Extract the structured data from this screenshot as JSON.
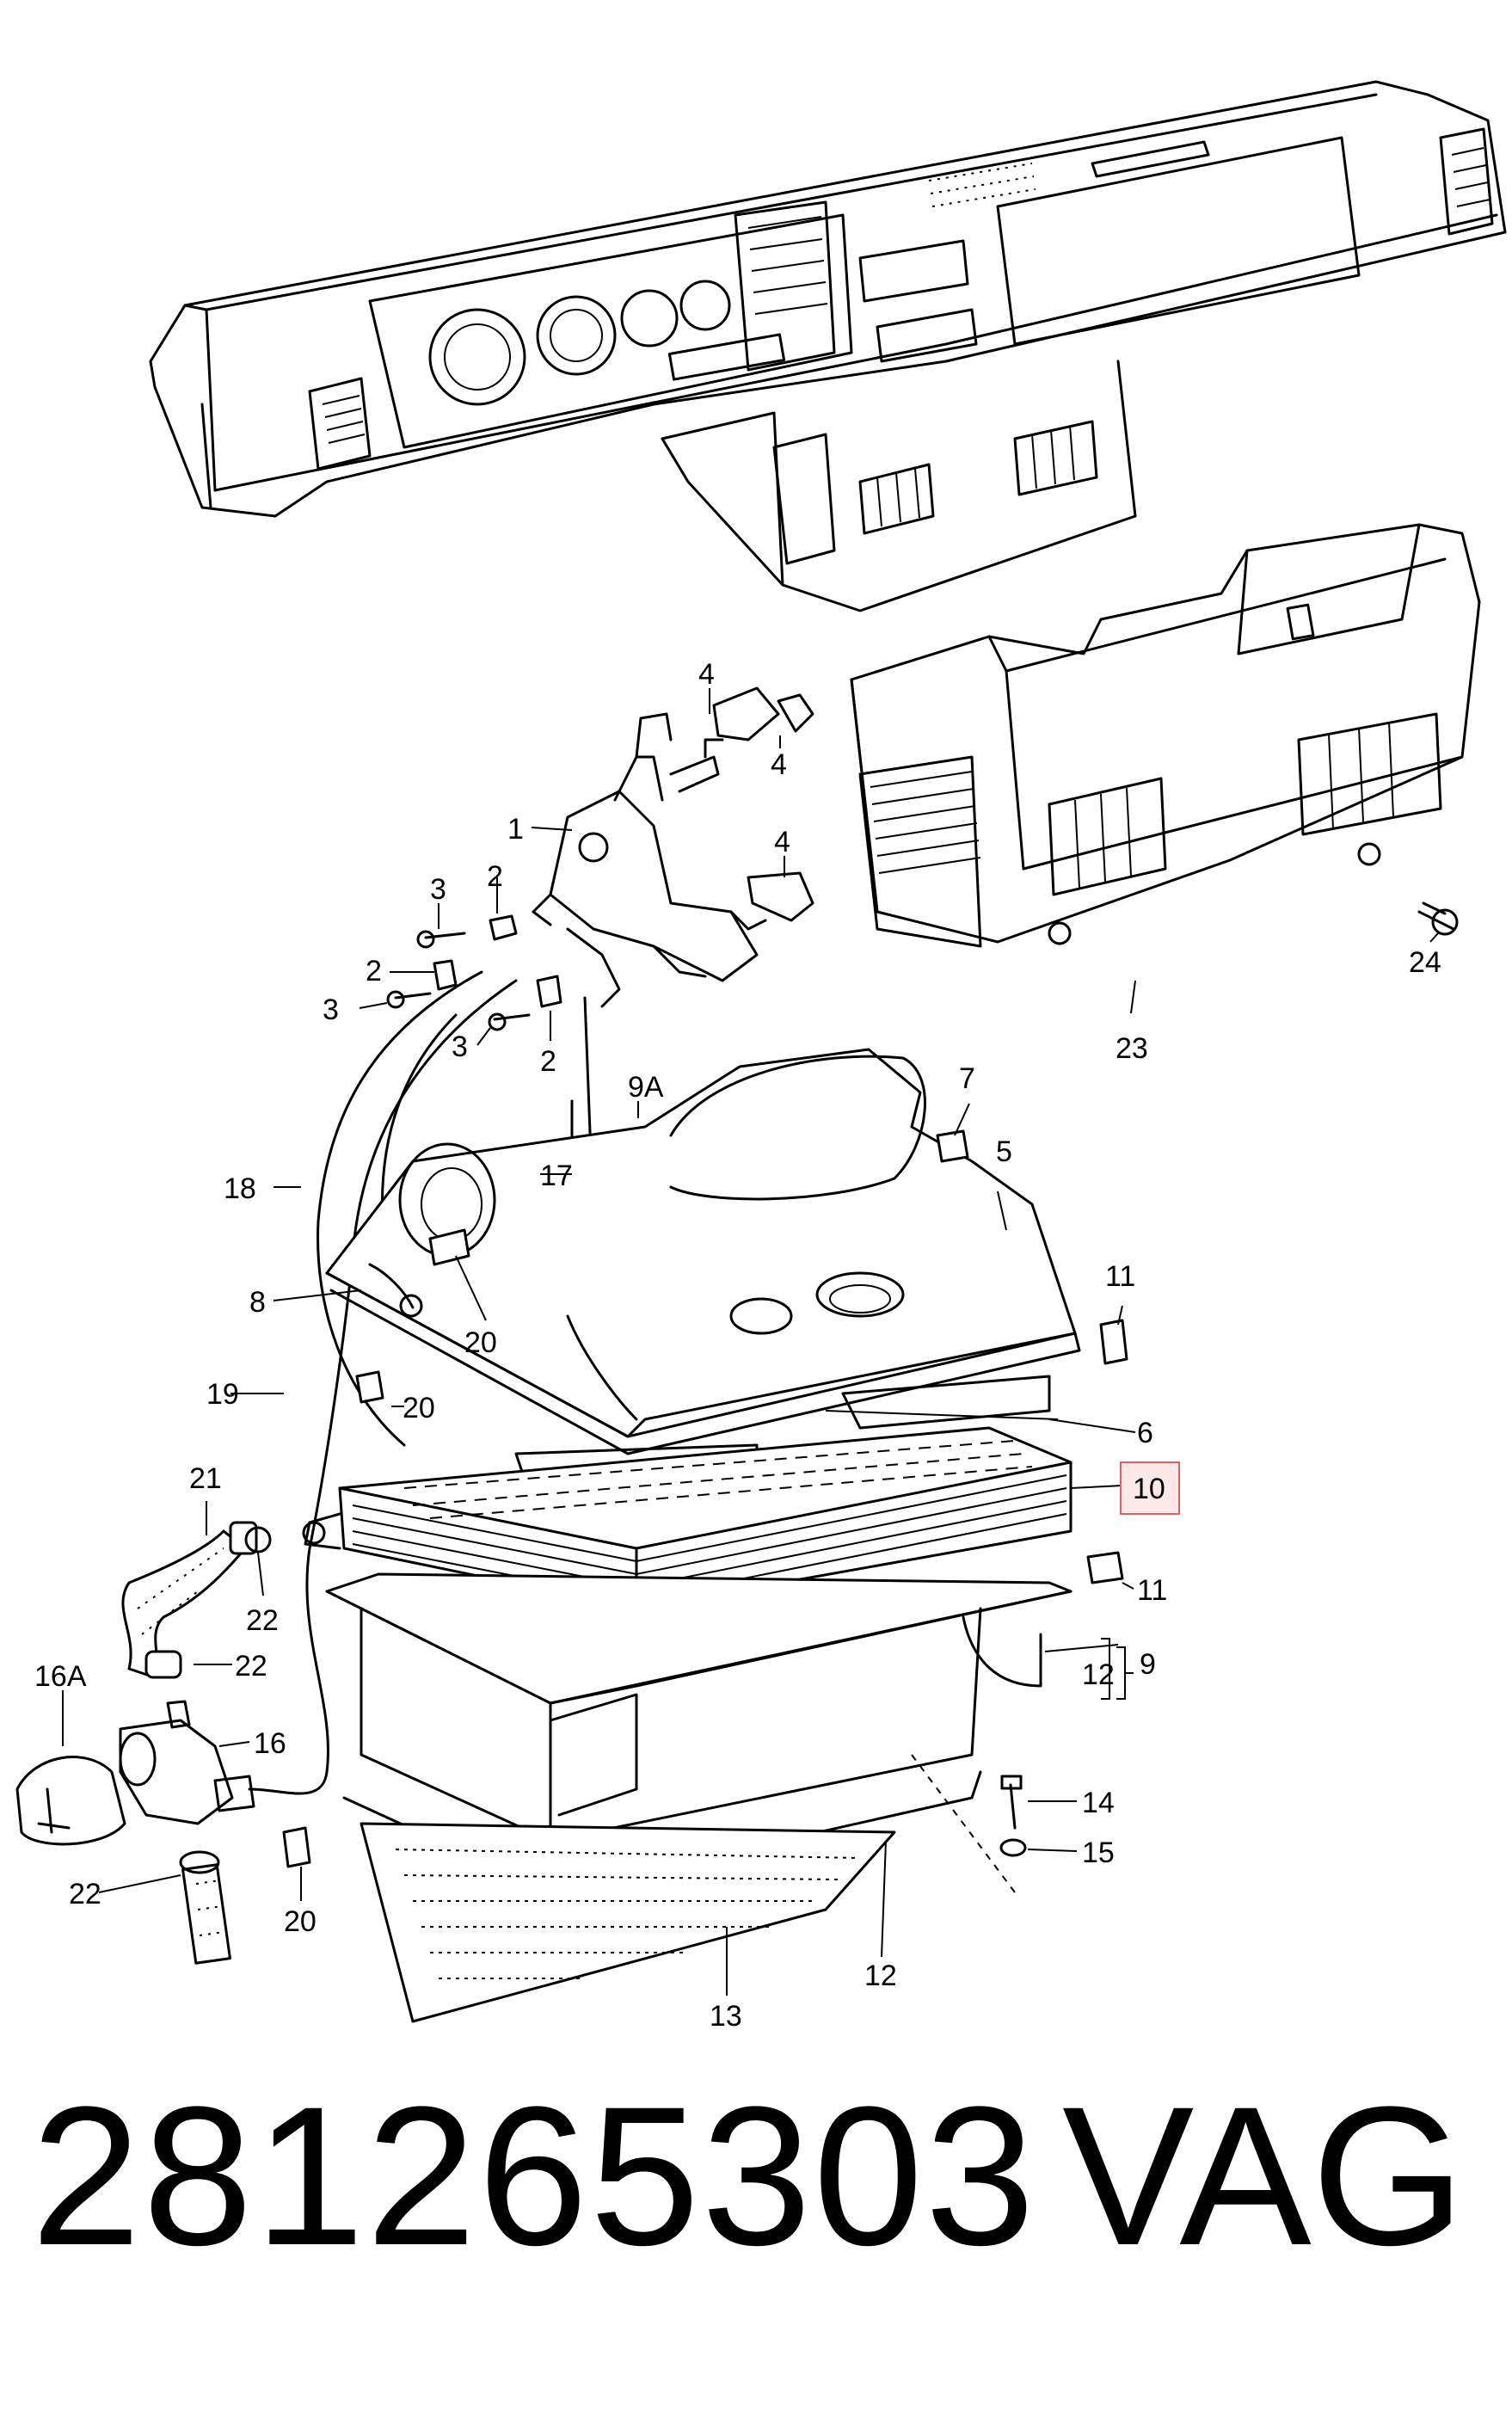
{
  "callouts": [
    {
      "id": "c-4a",
      "text": "4"
    },
    {
      "id": "c-4b",
      "text": "4"
    },
    {
      "id": "c-4c",
      "text": "4"
    },
    {
      "id": "c-1",
      "text": "1"
    },
    {
      "id": "c-3a",
      "text": "3"
    },
    {
      "id": "c-2a",
      "text": "2"
    },
    {
      "id": "c-2b",
      "text": "2"
    },
    {
      "id": "c-3b",
      "text": "3"
    },
    {
      "id": "c-3c",
      "text": "3"
    },
    {
      "id": "c-2c",
      "text": "2"
    },
    {
      "id": "c-9A",
      "text": "9A"
    },
    {
      "id": "c-7",
      "text": "7"
    },
    {
      "id": "c-5",
      "text": "5"
    },
    {
      "id": "c-18",
      "text": "18"
    },
    {
      "id": "c-17",
      "text": "17"
    },
    {
      "id": "c-8",
      "text": "8"
    },
    {
      "id": "c-20a",
      "text": "20"
    },
    {
      "id": "c-11a",
      "text": "11"
    },
    {
      "id": "c-19",
      "text": "19"
    },
    {
      "id": "c-20b",
      "text": "20"
    },
    {
      "id": "c-6",
      "text": "6"
    },
    {
      "id": "c-10",
      "text": "10"
    },
    {
      "id": "c-21",
      "text": "21"
    },
    {
      "id": "c-22a",
      "text": "22"
    },
    {
      "id": "c-11b",
      "text": "11"
    },
    {
      "id": "c-16A",
      "text": "16A"
    },
    {
      "id": "c-22b",
      "text": "22"
    },
    {
      "id": "c-12a",
      "text": "12"
    },
    {
      "id": "c-9",
      "text": "9"
    },
    {
      "id": "c-16",
      "text": "16"
    },
    {
      "id": "c-14",
      "text": "14"
    },
    {
      "id": "c-15",
      "text": "15"
    },
    {
      "id": "c-22c",
      "text": "22"
    },
    {
      "id": "c-20c",
      "text": "20"
    },
    {
      "id": "c-12b",
      "text": "12"
    },
    {
      "id": "c-13",
      "text": "13"
    },
    {
      "id": "c-23",
      "text": "23"
    },
    {
      "id": "c-24",
      "text": "24"
    }
  ],
  "highlighted_callout": "10",
  "highlight_color": "#e06060",
  "footer": {
    "part_number": "281265303",
    "brand": "VAG"
  }
}
